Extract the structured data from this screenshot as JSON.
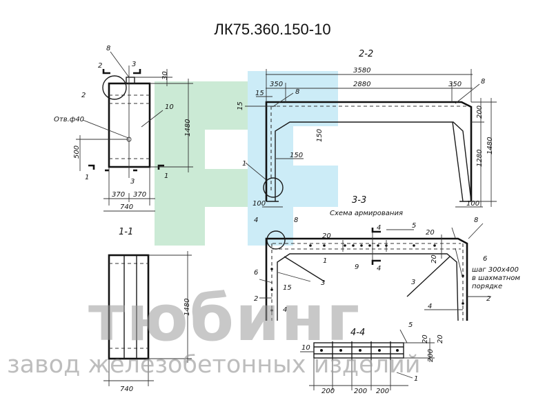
{
  "title": "ЛК75.360.150-10",
  "watermark": {
    "brand": "тюбинг",
    "subtitle": "завод железобетонных изделий",
    "logo_colors": [
      "#b9e3c7",
      "#bfe7f5"
    ]
  },
  "front_view": {
    "callouts": [
      "8",
      "2",
      "3",
      "10",
      "2",
      "3",
      "1",
      "1"
    ],
    "hole_label": "Отв.ф40",
    "dims": [
      "30",
      "1480",
      "500",
      "370",
      "370",
      "740"
    ]
  },
  "section_1_1": {
    "title": "1-1",
    "dims": [
      "1480",
      "740"
    ]
  },
  "section_2_2": {
    "title": "2-2",
    "callouts": [
      "8",
      "8",
      "1"
    ],
    "dims": [
      "3580",
      "350",
      "2880",
      "350",
      "15",
      "15",
      "200",
      "1280",
      "1480",
      "150",
      "150",
      "100",
      "100"
    ]
  },
  "section_3_3": {
    "title": "3-3",
    "subtitle": "Схема армирования",
    "callouts": [
      "4",
      "8",
      "4",
      "5",
      "8",
      "1",
      "9",
      "4",
      "6",
      "3",
      "3",
      "6",
      "2",
      "15",
      "4",
      "2",
      "4"
    ],
    "note": [
      "шаг 300х400",
      "в шахматном",
      "порядке"
    ],
    "dims": [
      "20",
      "20",
      "20"
    ]
  },
  "section_4_4": {
    "title": "4-4",
    "callouts": [
      "10",
      "5",
      "1"
    ],
    "dims": [
      "20",
      "200",
      "20",
      "200",
      "200",
      "200"
    ]
  }
}
